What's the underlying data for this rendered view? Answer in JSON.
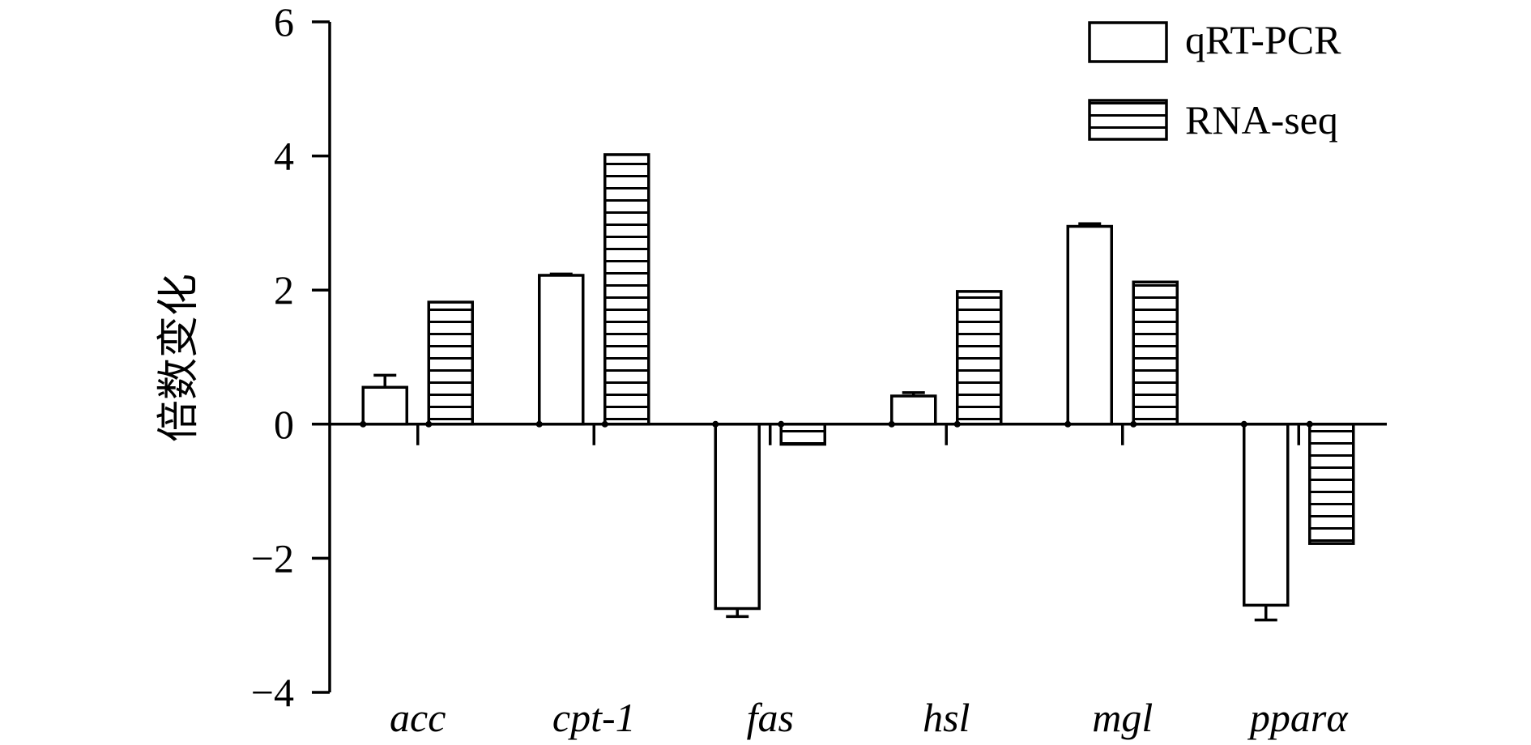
{
  "chart_data": {
    "type": "bar",
    "ylabel": "倍数变化",
    "xlabel": "",
    "ylim": [
      -4,
      6
    ],
    "yticks": [
      -4,
      -2,
      0,
      2,
      4,
      6
    ],
    "ytick_labels": [
      "−4",
      "−2",
      "0",
      "2",
      "4",
      "6"
    ],
    "categories": [
      "acc",
      "cpt-1",
      "fas",
      "hsl",
      "mgl",
      "pparα"
    ],
    "series": [
      {
        "name": "qRT-PCR",
        "pattern": "open",
        "values": [
          0.55,
          2.22,
          -2.75,
          0.42,
          2.95,
          -2.7
        ],
        "errors": [
          0.18,
          0.02,
          0.12,
          0.05,
          0.04,
          0.22
        ]
      },
      {
        "name": "RNA-seq",
        "pattern": "horizontal-hatch",
        "values": [
          1.82,
          4.02,
          -0.3,
          1.98,
          2.12,
          -1.78
        ]
      }
    ],
    "legend_position": "top-right",
    "grid": false
  }
}
